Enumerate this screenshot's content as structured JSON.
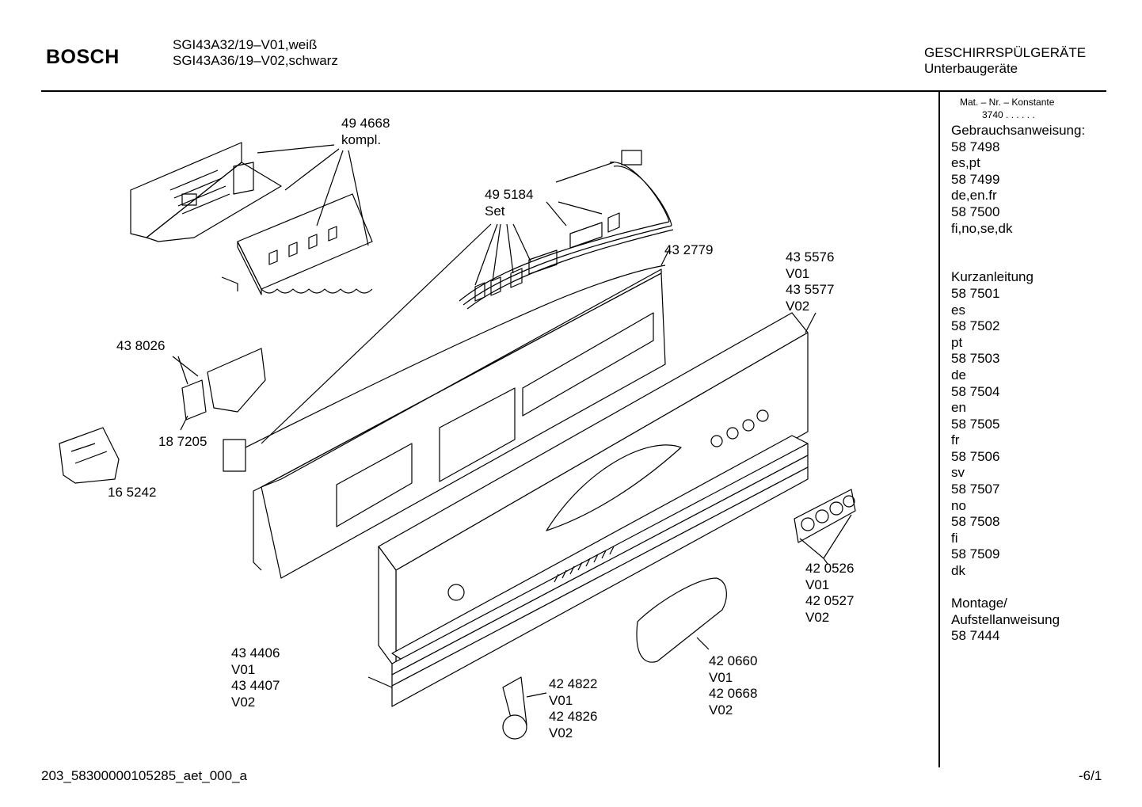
{
  "header": {
    "brand": "BOSCH",
    "models": [
      "SGI43A32/19–V01,weiß",
      "SGI43A36/19–V02,schwarz"
    ],
    "category": "GESCHIRRSPÜLGERÄTE",
    "subcategory": "Unterbaugeräte"
  },
  "sidebar": {
    "mat_label": "Mat. – Nr. – Konstante",
    "mat_value": "3740  .  .   .  .  .  .",
    "lines": [
      "Gebrauchsanweisung:",
      "58 7498",
      "es,pt",
      "58 7499",
      "de,en.fr",
      "58 7500",
      "fi,no,se,dk",
      "",
      "",
      "Kurzanleitung",
      "58 7501",
      "es",
      "58 7502",
      "pt",
      "58 7503",
      "de",
      "58 7504",
      "en",
      "58 7505",
      "fr",
      "58 7506",
      "sv",
      "58 7507",
      "no",
      "58 7508",
      "fi",
      "58 7509",
      "dk",
      "",
      "Montage/",
      "Aufstellanweisung",
      "58 7444"
    ]
  },
  "parts": {
    "p494668": [
      "49 4668",
      "kompl."
    ],
    "p495184": [
      "49 5184",
      "Set"
    ],
    "p432779": [
      "43 2779"
    ],
    "p435576": [
      "43 5576",
      "V01",
      "43 5577",
      "V02"
    ],
    "p438026": [
      "43 8026"
    ],
    "p187205": [
      "18 7205"
    ],
    "p165242": [
      "16 5242"
    ],
    "p420526": [
      "42 0526",
      "V01",
      "42 0527",
      "V02"
    ],
    "p434406": [
      "43 4406",
      "V01",
      "43 4407",
      "V02"
    ],
    "p424822": [
      "42 4822",
      "V01",
      "42 4826",
      "V02"
    ],
    "p420660": [
      "42 0660",
      "V01",
      "42 0668",
      "V02"
    ]
  },
  "footer": {
    "doc_id": "203_58300000105285_aet_000_a",
    "page": "-6/1"
  }
}
